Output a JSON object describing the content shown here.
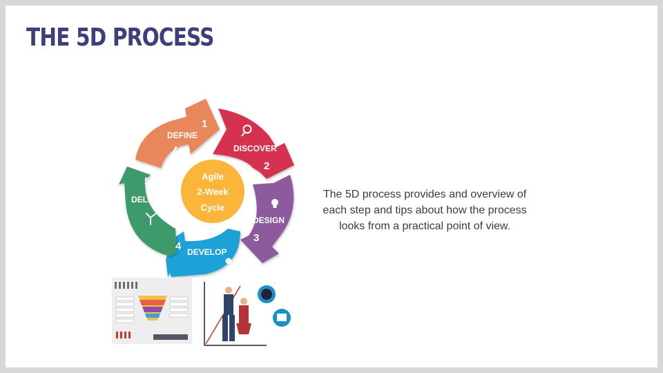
{
  "slide": {
    "title": "THE 5D PROCESS",
    "description": "The 5D process provides and overview of each step and tips about how the process looks from a practical point of view."
  },
  "cycle": {
    "center_lines": [
      "Agile",
      "2-Week",
      "Cycle"
    ],
    "steps": [
      {
        "number": "1",
        "label": "DEFINE",
        "color": "#e8875a",
        "icon": "pencil-icon"
      },
      {
        "number": "2",
        "label": "DISCOVER",
        "color": "#d4304f",
        "icon": "magnifier-icon"
      },
      {
        "number": "3",
        "label": "DESIGN",
        "color": "#8e5a9e",
        "icon": "lightbulb-icon"
      },
      {
        "number": "4",
        "label": "DEVELOP",
        "color": "#1fa2d6",
        "icon": "gears-icon"
      },
      {
        "number": "5",
        "label": "DELIVER",
        "color": "#3e9a6a",
        "icon": "arrows-split-icon"
      }
    ],
    "center_color": "#fbb53a"
  }
}
